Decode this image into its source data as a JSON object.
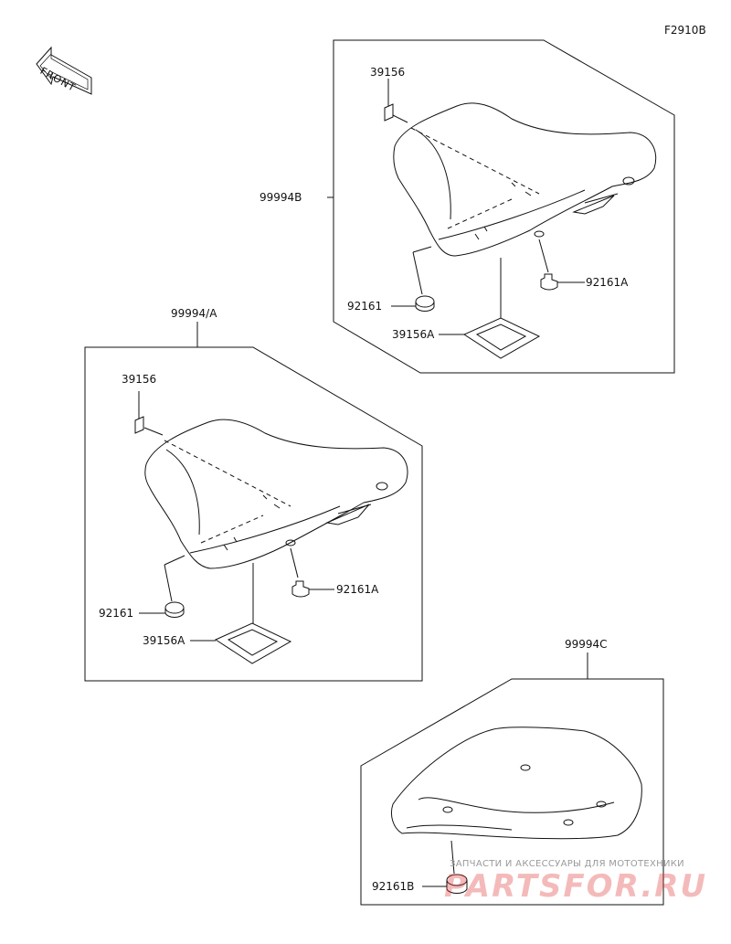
{
  "figure_code": "F2910B",
  "front_label": "FRONT",
  "groups": {
    "upper": {
      "ref": "99994B",
      "parts": [
        "39156",
        "92161",
        "92161A",
        "39156A"
      ]
    },
    "middle": {
      "ref": "99994/A",
      "parts": [
        "39156",
        "92161",
        "92161A",
        "39156A"
      ]
    },
    "lower": {
      "ref": "99994C",
      "parts": [
        "92161B"
      ]
    }
  },
  "watermark": {
    "subtitle": "ЗАПЧАСТИ И АКСЕССУАРЫ ДЛЯ МОТОТЕХНИКИ",
    "logo_text": "PARTSFOR.RU",
    "color": "#e23b3b"
  }
}
